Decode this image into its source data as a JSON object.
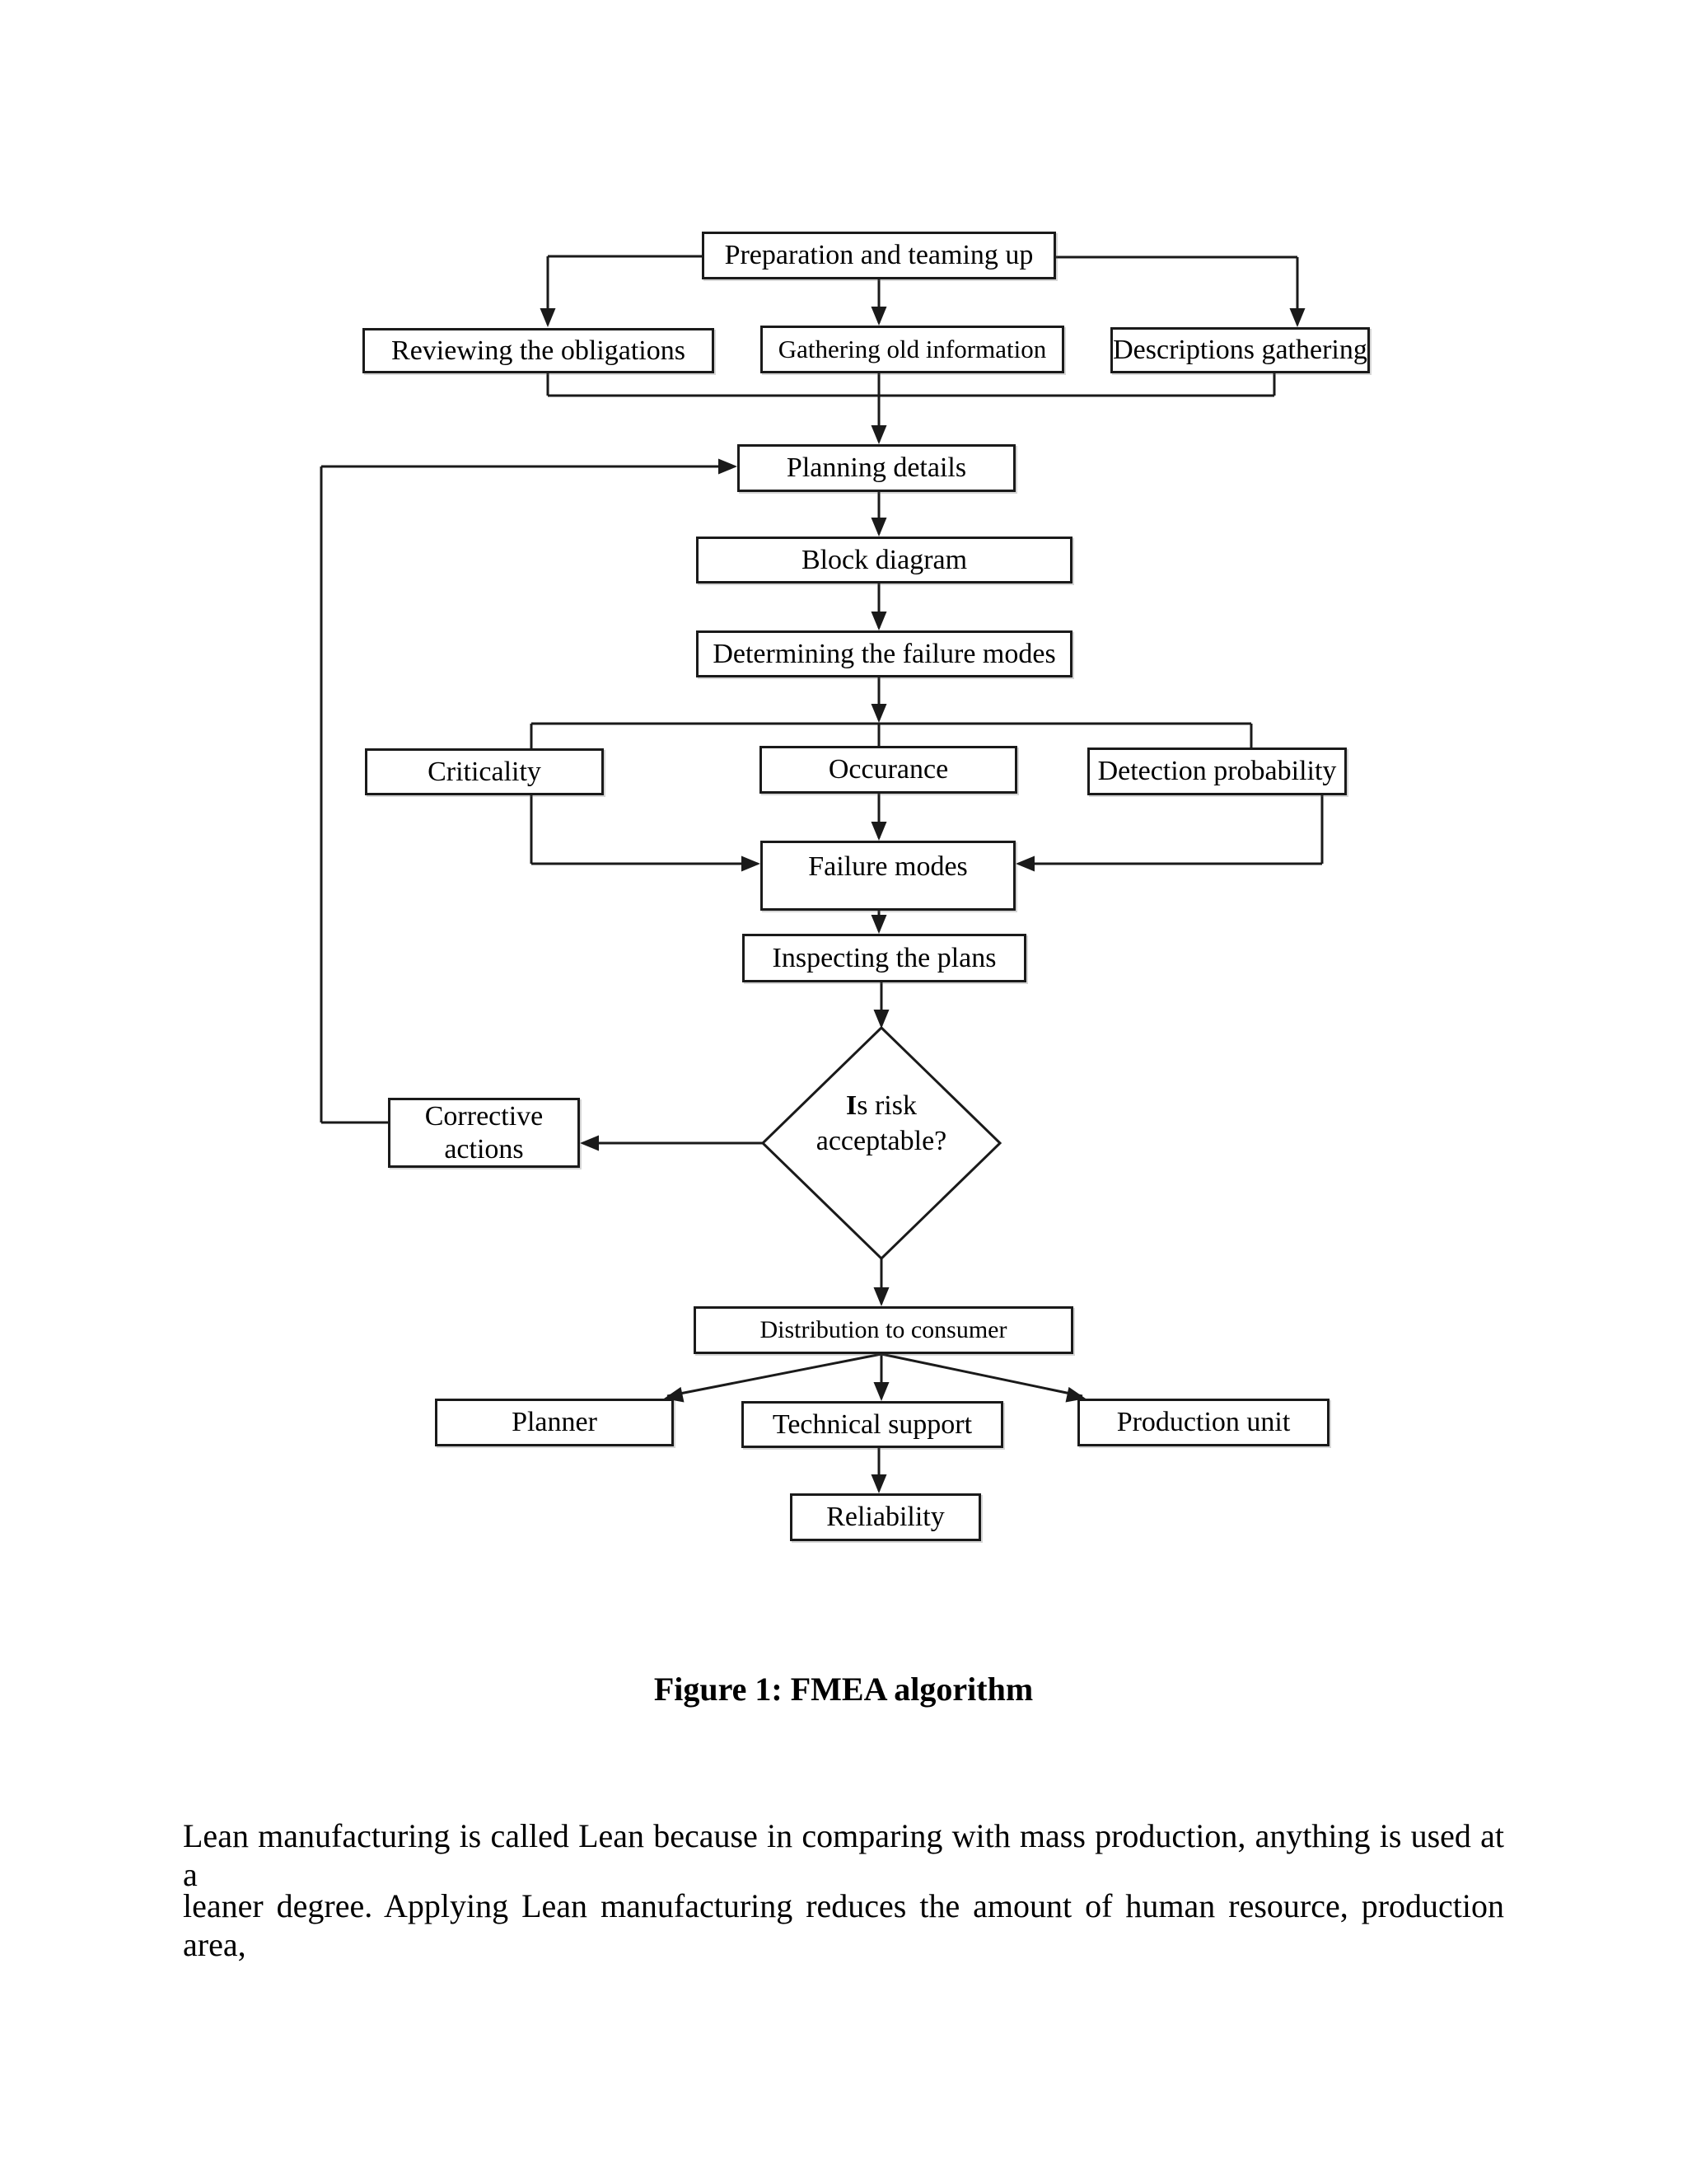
{
  "figure": {
    "caption": "Figure 1: FMEA algorithm"
  },
  "flowchart": {
    "nodes": {
      "preparation": {
        "label": "Preparation and teaming up"
      },
      "reviewing": {
        "label": "Reviewing the obligations"
      },
      "gathering": {
        "label": "Gathering old information"
      },
      "descriptions": {
        "label": "Descriptions gathering"
      },
      "planning": {
        "label": "Planning details"
      },
      "block_diagram": {
        "label": "Block diagram"
      },
      "determining": {
        "label": "Determining the failure modes"
      },
      "criticality": {
        "label": "Criticality"
      },
      "occurance": {
        "label": "Occurance"
      },
      "detection": {
        "label": "Detection probability"
      },
      "failure_modes": {
        "label": "Failure modes"
      },
      "inspecting": {
        "label": "Inspecting the plans"
      },
      "decision": {
        "line1_bold": "I",
        "line1_rest": "s risk",
        "line2": "acceptable?"
      },
      "corrective": {
        "line1": "Corrective",
        "line2": "actions"
      },
      "distribution": {
        "label": "Distribution to consumer"
      },
      "planner": {
        "label": "Planner"
      },
      "technical": {
        "label": "Technical support"
      },
      "production": {
        "label": "Production unit"
      },
      "reliability": {
        "label": "Reliability"
      }
    }
  },
  "body_text": {
    "line1": "Lean manufacturing is called Lean because in comparing with mass production, anything is used at a",
    "line2": "leaner degree. Applying Lean manufacturing reduces the amount of human resource, production area,"
  },
  "colors": {
    "background": "#ffffff",
    "line": "#1a1a1a",
    "text": "#000000"
  }
}
